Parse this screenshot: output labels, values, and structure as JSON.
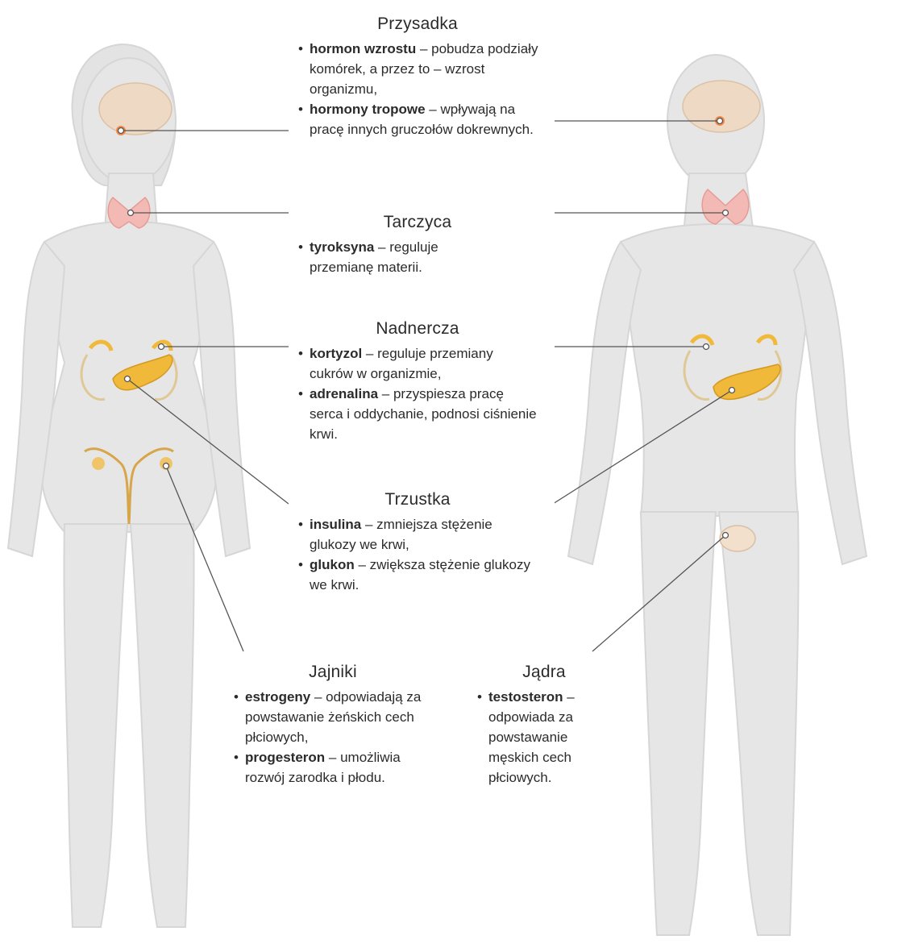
{
  "colors": {
    "background": "#ffffff",
    "body": "#e6e6e6",
    "body_shadow": "#d3d3d3",
    "gland": "#f0b93a",
    "gland_dark": "#d39a1f",
    "thyroid": "#f3b9b5",
    "brain": "#eed9c4",
    "leader_line": "#555555",
    "text": "#2b2b2b"
  },
  "blocks": {
    "przysadka": {
      "title": "Przysadka",
      "items": [
        {
          "term": "hormon wzrostu",
          "desc": " – pobudza podziały komórek, a przez to – wzrost organizmu,"
        },
        {
          "term": "hormony tropowe",
          "desc": " – wpływają na pracę innych gruczołów dokrewnych."
        }
      ]
    },
    "tarczyca": {
      "title": "Tarczyca",
      "items": [
        {
          "term": "tyroksyna",
          "desc": " – reguluje przemianę materii."
        }
      ]
    },
    "nadnercza": {
      "title": "Nadnercza",
      "items": [
        {
          "term": "kortyzol",
          "desc": " – reguluje przemiany cukrów w organizmie,"
        },
        {
          "term": "adrenalina",
          "desc": " – przyspiesza pracę serca i oddychanie, podnosi ciśnienie krwi."
        }
      ]
    },
    "trzustka": {
      "title": "Trzustka",
      "items": [
        {
          "term": "insulina",
          "desc": " – zmniejsza stężenie glukozy we krwi,"
        },
        {
          "term": "glukon",
          "desc": " – zwiększa stężenie glukozy we krwi."
        }
      ]
    },
    "jajniki": {
      "title": "Jajniki",
      "items": [
        {
          "term": "estrogeny",
          "desc": " – odpowiadają za powstawanie żeńskich cech płciowych,"
        },
        {
          "term": "progesteron",
          "desc": " – umożliwia rozwój zarodka i płodu."
        }
      ]
    },
    "jadra": {
      "title": "Jądra",
      "items": [
        {
          "term": "testosteron",
          "desc": " – odpowiada za powstawanie męskich cech płciowych."
        }
      ]
    }
  }
}
